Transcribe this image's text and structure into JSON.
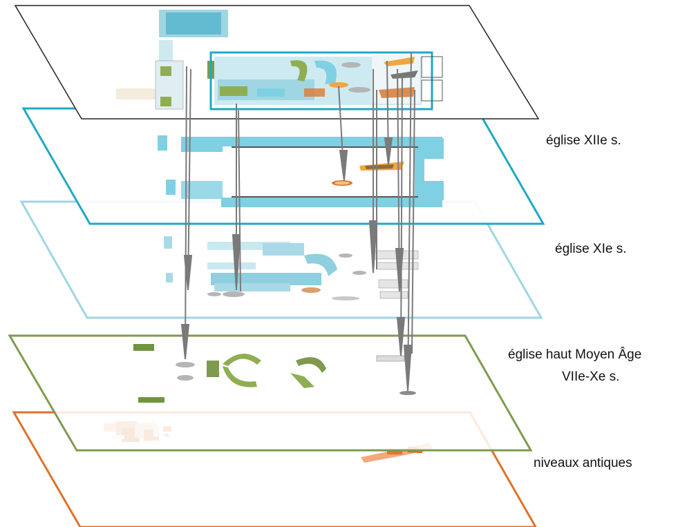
{
  "labels": {
    "xii": "église XIIe s.",
    "xi": "église XIe s.",
    "hma_line1": "église  haut Moyen Âge",
    "hma_line2": "VIIe-Xe s.",
    "antique": "niveaux antiques"
  },
  "layers": [
    {
      "id": "plan-actuel",
      "color": "#222222"
    },
    {
      "id": "eglise-xiie",
      "color": "#1fa8c4"
    },
    {
      "id": "eglise-xie",
      "color": "#9fd6e2"
    },
    {
      "id": "eglise-haut-moyen-age",
      "color": "#7f9a4f"
    },
    {
      "id": "niveaux-antiques",
      "color": "#e0702a"
    }
  ],
  "colors": {
    "wall_blue": "#7fd0e2",
    "wall_dark_blue": "#29a9c8",
    "masonry_green": "#8fae52",
    "masonry_orange": "#d97a35",
    "connector_grey": "#7a7a7a"
  }
}
